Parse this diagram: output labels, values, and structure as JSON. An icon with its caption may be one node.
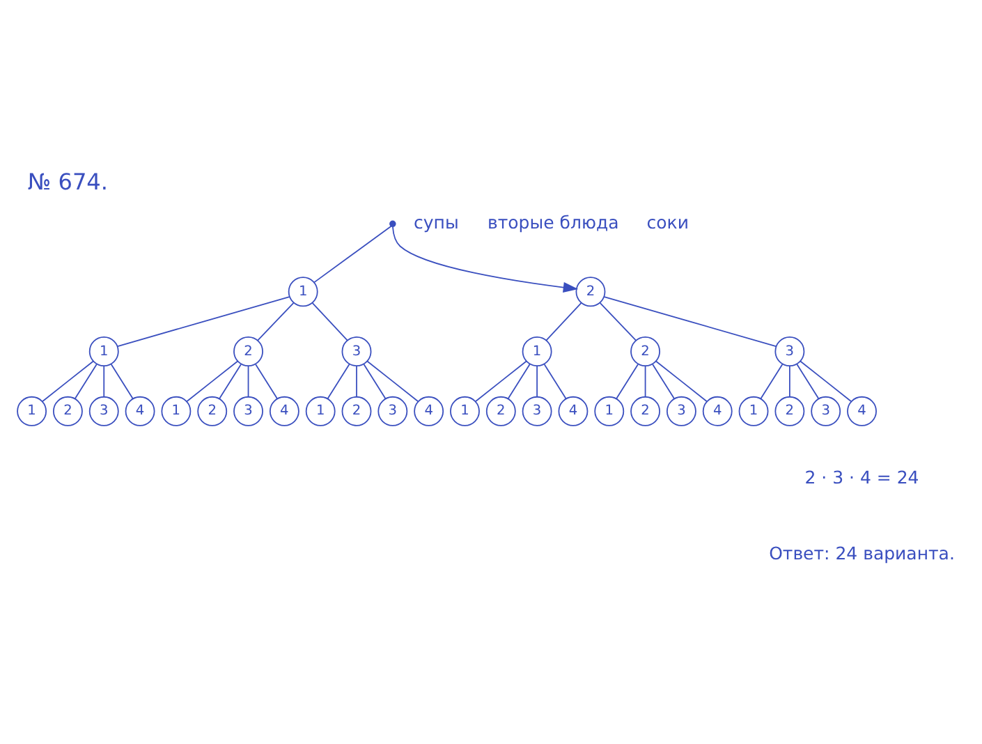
{
  "diagram": {
    "title": "№ 674.",
    "nodes": [
      {
        "text": [],
        "shape": "point"
      },
      {
        "text": [
          "1"
        ]
      },
      {
        "text": [
          "2"
        ]
      },
      {
        "text": [
          "1"
        ]
      },
      {
        "text": [
          "2"
        ]
      },
      {
        "text": [
          "3"
        ]
      },
      {
        "text": [
          "1"
        ]
      },
      {
        "text": [
          "2"
        ]
      },
      {
        "text": [
          "3"
        ]
      },
      {
        "text": [
          "1"
        ]
      },
      {
        "text": [
          "2"
        ]
      },
      {
        "text": [
          "3"
        ]
      },
      {
        "text": [
          "4"
        ]
      },
      {
        "text": [
          "1"
        ]
      },
      {
        "text": [
          "2"
        ]
      },
      {
        "text": [
          "3"
        ]
      },
      {
        "text": [
          "4"
        ]
      },
      {
        "text": [
          "1"
        ]
      },
      {
        "text": [
          "2"
        ]
      },
      {
        "text": [
          "3"
        ]
      },
      {
        "text": [
          "4"
        ]
      },
      {
        "text": [
          "1"
        ]
      },
      {
        "text": [
          "2"
        ]
      },
      {
        "text": [
          "3"
        ]
      },
      {
        "text": [
          "4"
        ]
      },
      {
        "text": [
          "1"
        ]
      },
      {
        "text": [
          "2"
        ]
      },
      {
        "text": [
          "3"
        ]
      },
      {
        "text": [
          "4"
        ]
      },
      {
        "text": [
          "1"
        ]
      },
      {
        "text": [
          "2"
        ]
      },
      {
        "text": [
          "3"
        ]
      },
      {
        "text": [
          "4"
        ]
      }
    ],
    "edges": [
      {
        "from": 0,
        "to": 1,
        "arrow": "none"
      },
      {
        "from": 0,
        "to": 2,
        "arrow": "to"
      },
      {
        "from": 1,
        "to": 3,
        "arrow": "none"
      },
      {
        "from": 1,
        "to": 4,
        "arrow": "none"
      },
      {
        "from": 1,
        "to": 5,
        "arrow": "none"
      },
      {
        "from": 2,
        "to": 6,
        "arrow": "none"
      },
      {
        "from": 2,
        "to": 7,
        "arrow": "none"
      },
      {
        "from": 2,
        "to": 8,
        "arrow": "none"
      },
      {
        "from": 3,
        "to": 9,
        "arrow": "none"
      },
      {
        "from": 3,
        "to": 10,
        "arrow": "none"
      },
      {
        "from": 3,
        "to": 11,
        "arrow": "none"
      },
      {
        "from": 3,
        "to": 12,
        "arrow": "none"
      },
      {
        "from": 4,
        "to": 13,
        "arrow": "none"
      },
      {
        "from": 4,
        "to": 14,
        "arrow": "none"
      },
      {
        "from": 4,
        "to": 15,
        "arrow": "none"
      },
      {
        "from": 4,
        "to": 16,
        "arrow": "none"
      },
      {
        "from": 5,
        "to": 17,
        "arrow": "none"
      },
      {
        "from": 5,
        "to": 18,
        "arrow": "none"
      },
      {
        "from": 5,
        "to": 19,
        "arrow": "none"
      },
      {
        "from": 5,
        "to": 20,
        "arrow": "none"
      },
      {
        "from": 6,
        "to": 21,
        "arrow": "none"
      },
      {
        "from": 6,
        "to": 22,
        "arrow": "none"
      },
      {
        "from": 6,
        "to": 23,
        "arrow": "none"
      },
      {
        "from": 6,
        "to": 24,
        "arrow": "none"
      },
      {
        "from": 7,
        "to": 25,
        "arrow": "none"
      },
      {
        "from": 7,
        "to": 26,
        "arrow": "none"
      },
      {
        "from": 7,
        "to": 27,
        "arrow": "none"
      },
      {
        "from": 7,
        "to": 28,
        "arrow": "none"
      },
      {
        "from": 8,
        "to": 29,
        "arrow": "none"
      },
      {
        "from": 8,
        "to": 30,
        "arrow": "none"
      },
      {
        "from": 8,
        "to": 31,
        "arrow": "none"
      },
      {
        "from": 8,
        "to": 32,
        "arrow": "none"
      }
    ],
    "labels": [
      "супы",
      "вторые блюда",
      "соки",
      "2 · 3 · 4 = 24",
      "Ответ: 24 варианта."
    ]
  }
}
